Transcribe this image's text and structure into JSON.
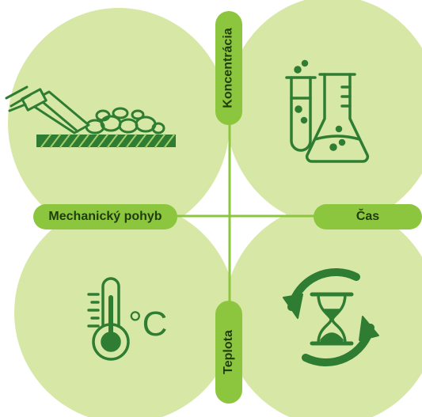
{
  "labels": {
    "top": "Koncentrácia",
    "left": "Mechanický pohyb",
    "right": "Čas",
    "bottom": "Teplota",
    "celsius": "°C"
  },
  "icons": {
    "top_left": "grinding-tool-icon",
    "top_right": "lab-glassware-icon",
    "bottom_left": "thermometer-icon",
    "bottom_right": "hourglass-cycle-icon"
  },
  "colors": {
    "petal": "#d7e8a6",
    "pill": "#8cc63f",
    "line": "#8cc63f",
    "icon": "#2e7d32",
    "text": "#1f3d0c"
  }
}
